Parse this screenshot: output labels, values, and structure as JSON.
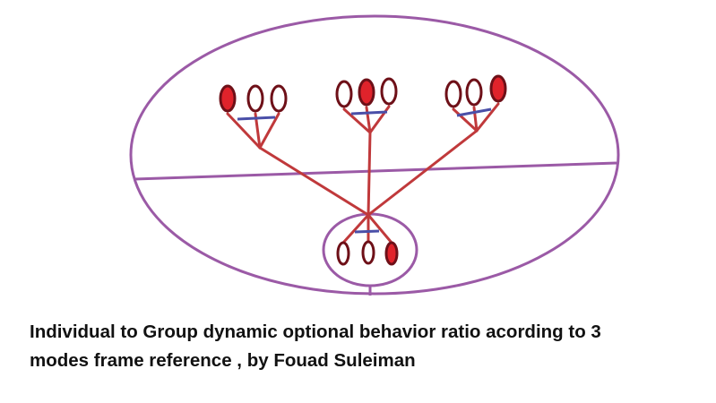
{
  "caption": {
    "line1": "Individual to Group dynamic optional behavior ratio acording to 3",
    "line2": "modes frame reference , by Fouad Suleiman"
  },
  "colors": {
    "frame": "#9b5aa6",
    "branch": "#c0393b",
    "link": "#4a4fa8",
    "filled": "#e0232b",
    "outline": "#6e1018"
  },
  "groups": [
    {
      "name": "group-left",
      "filled_index": 0
    },
    {
      "name": "group-middle",
      "filled_index": 1
    },
    {
      "name": "group-right",
      "filled_index": 2
    },
    {
      "name": "group-bottom",
      "filled_index": 2
    }
  ]
}
